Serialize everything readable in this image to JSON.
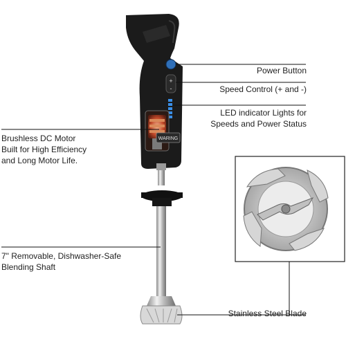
{
  "labels": {
    "power_button": "Power Button",
    "speed_control": "Speed Control (+ and -)",
    "led": [
      "LED indicator Lights for",
      "Speeds and Power Status"
    ],
    "motor": [
      "Brushless DC Motor",
      "Built for High Efficiency",
      "and Long Motor Life."
    ],
    "shaft": [
      "7\" Removable, Dishwasher-Safe",
      "Blending Shaft"
    ],
    "blade": "Stainless Steel Blade"
  },
  "product": {
    "brand_text": "WARING"
  },
  "colors": {
    "body": "#1b1b1b",
    "power_button": "#2f6fb8",
    "led": "#3a8ee6",
    "motor": "#c24a2a",
    "steel": "#cfcfcf"
  }
}
